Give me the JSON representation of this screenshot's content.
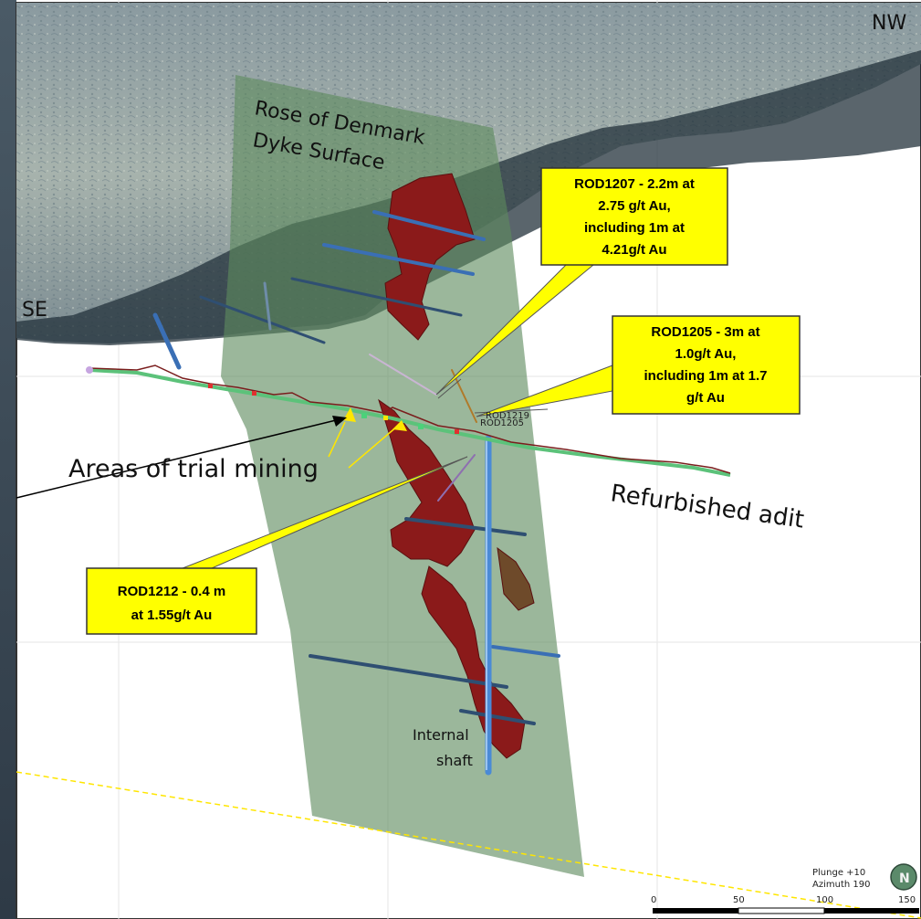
{
  "labels": {
    "nw": "NW",
    "se": "SE",
    "dyke_line1": "Rose of Denmark",
    "dyke_line2": "Dyke Surface",
    "trial_mining": "Areas of trial mining",
    "adit": "Refurbished adit",
    "shaft_line1": "Internal",
    "shaft_line2": "shaft",
    "hole_label_a": "ROD1219",
    "hole_label_b": "ROD1205"
  },
  "callouts": {
    "rod1207": [
      "ROD1207 - 2.2m at",
      "2.75 g/t Au,",
      "including 1m at",
      "4.21g/t Au"
    ],
    "rod1205": [
      "ROD1205 - 3m at",
      "1.0g/t Au,",
      "including 1m at 1.7",
      "g/t Au"
    ],
    "rod1212": [
      "ROD1212 - 0.4 m",
      "at 1.55g/t Au"
    ]
  },
  "orientation": {
    "plunge": "Plunge +10",
    "azimuth": "Azimuth 190",
    "north": "N"
  },
  "scale_bar": {
    "ticks": [
      "0",
      "50",
      "100",
      "150"
    ]
  },
  "colors": {
    "callout_fill": "#ffff00",
    "orebody": "#8b1a1a",
    "dyke_plane": "#5e8a5e",
    "drillhole": "#3a6fb5",
    "adit": "#5cc27a"
  }
}
